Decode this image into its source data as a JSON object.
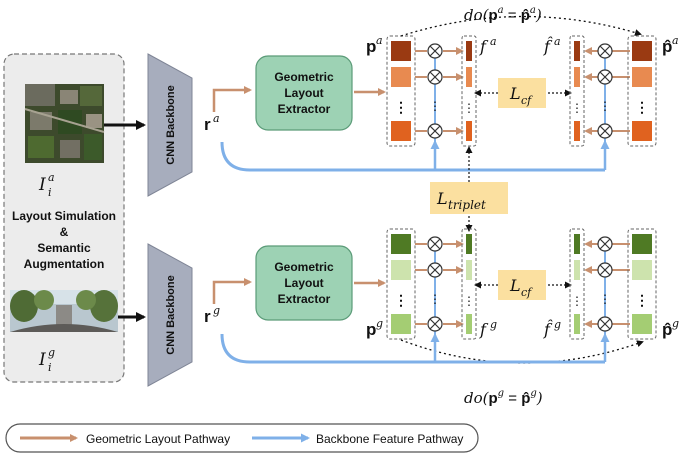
{
  "input_panel": {
    "aerial_caption": "I",
    "aerial_sub": "i",
    "aerial_sup": "a",
    "ground_caption": "I",
    "ground_sub": "i",
    "ground_sup": "g",
    "method_line1": "Layout Simulation",
    "method_line2": "&",
    "method_line3": "Semantic",
    "method_line4": "Augmentation"
  },
  "backbone_label": "CNN Backbone",
  "extractor_label": [
    "Geometric",
    "Layout",
    "Extractor"
  ],
  "aerial_branch": {
    "r_label": "r",
    "r_sup": "a",
    "p_label": "p",
    "p_sup": "a",
    "f_label": "f",
    "f_sup": "a",
    "fhat_label": "f̂",
    "fhat_sup": "a",
    "phat_label": "p̂",
    "phat_sup": "a",
    "do_label": "do(",
    "do_p": "p",
    "do_p_sup": "a",
    "do_eq": " = ",
    "do_phat": "p̂",
    "do_phat_sup": "a",
    "do_close": ")",
    "lcf": "L",
    "lcf_sub": "cf"
  },
  "ground_branch": {
    "r_label": "r",
    "r_sup": "g",
    "p_label": "p",
    "p_sup": "g",
    "f_label": "f",
    "f_sup": "g",
    "fhat_label": "f̂",
    "fhat_sup": "g",
    "phat_label": "p̂",
    "phat_sup": "g",
    "do_label": "do(",
    "do_p": "p",
    "do_p_sup": "g",
    "do_eq": " = ",
    "do_phat": "p̂",
    "do_phat_sup": "g",
    "do_close": ")",
    "lcf": "L",
    "lcf_sub": "cf"
  },
  "triplet": {
    "label": "L",
    "sub": "triplet"
  },
  "legend": {
    "geometric": "Geometric Layout Pathway",
    "backbone": "Backbone Feature Pathway"
  },
  "colors": {
    "geometric_arrow": "#c8906e",
    "backbone_arrow": "#7fb0e8",
    "extractor_fill": "#9dd2b4",
    "extractor_stroke": "#5b9b78",
    "loss_fill": "#fbe0a0",
    "backbone_fill": "#a7adbd",
    "aerial_dark": "#9a3a12",
    "aerial_mid": "#e37a3d",
    "aerial_light": "#f09a6a",
    "ground_dark": "#4f7a24",
    "ground_light": "#cde3ad",
    "ground_mid": "#a4cd73"
  }
}
